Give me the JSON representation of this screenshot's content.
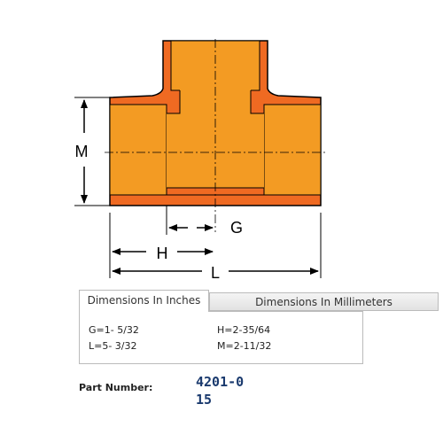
{
  "drawing": {
    "labels": {
      "m": "M",
      "g": "G",
      "h": "H",
      "l": "L"
    }
  },
  "tabs": [
    {
      "label": "Dimensions In Inches",
      "active": true
    },
    {
      "label": "Dimensions In Millimeters",
      "active": false
    }
  ],
  "dimensions": {
    "g": "G=1- 5/32",
    "h": "H=2-35/64",
    "l": "L=5- 3/32",
    "m": "M=2-11/32"
  },
  "part": {
    "label": "Part Number:",
    "number": "4201-015"
  },
  "colors": {
    "body_fill": "#f39b23",
    "wall_fill": "#ef6a22",
    "outline": "#000000"
  }
}
